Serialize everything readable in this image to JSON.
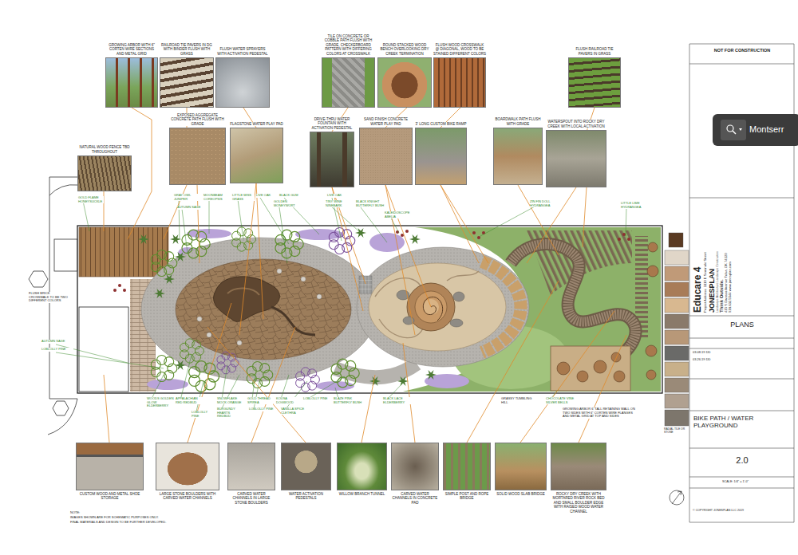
{
  "diagram": {
    "nodes": [
      {
        "text": [
          "GROWING ARBOR WITH 6\" CORTEN WIRE SECTIONS AND METAL GRID"
        ]
      },
      {
        "text": [
          "RAILROAD TIE PAVERS IN DG WITH BINDER FLUSH WITH GRASS"
        ]
      },
      {
        "text": [
          "FLUSH WATER SPRAYERS WITH ACTIVATION PEDESTAL"
        ]
      },
      {
        "text": [
          "TILE ON CONCRETE OR COBBLE PATH FLUSH WITH GRADE, CHECKERBOARD PATTERN WITH DIFFERING COLORS AT CROSSWALK"
        ]
      },
      {
        "text": [
          "ROUND STACKED WOOD BENCH OVERLOOKING DRY CREEK TERMINATION"
        ]
      },
      {
        "text": [
          "FLUSH WOOD CROSSWALK @ DIAGONAL, WOOD TO BE STAINED DIFFERENT COLORS"
        ]
      },
      {
        "text": [
          "FLUSH RAILROAD TIE PAVERS IN GRASS"
        ]
      },
      {
        "text": [
          "NOT FOR CONSTRUCTION"
        ]
      },
      {
        "text": [
          "Montserr"
        ]
      },
      {
        "text": [
          "NATURAL WOOD FENCE TBD THROUGHOUT"
        ]
      },
      {
        "text": [
          "EXPOSED AGGREGATE CONCRETE PATH FLUSH WITH GRADE"
        ]
      },
      {
        "text": [
          "FLAGSTONE WATER PLAY PAD"
        ]
      },
      {
        "text": [
          "DRIVE-THRU WATER FOUNTAIN WITH ACTIVATION PEDESTAL"
        ]
      },
      {
        "text": [
          "SAND FINISH CONCRETE WATER PLAY PAD"
        ]
      },
      {
        "text": [
          "3' LONG CUSTOM BIKE RAMP"
        ]
      },
      {
        "text": [
          "BOARDWALK PATH FLUSH WITH GRADE"
        ]
      },
      {
        "text": [
          "WATERSPOUT INTO ROCKY DRY CREEK WITH LOCAL ACTIVATION"
        ]
      },
      {
        "text": [
          "Educare 4",
          "Project Address: 3110 E Seminole Street",
          "JONESPLAN",
          "Landscape Architecture Landscape Construction",
          "Think Outside.",
          "415 S Owasso Avenue Tulsa, OK 74120",
          "918.632.5544 www.jonesplan.com"
        ]
      },
      {
        "text": [
          "PLANS"
        ]
      },
      {
        "text": [
          "BIKE PATH / WATER PLAYGROUND"
        ]
      },
      {
        "text": [
          "2.0"
        ]
      },
      {
        "text": [
          "CUSTOM WOOD AND METAL SHOE STORAGE"
        ]
      },
      {
        "text": [
          "LARGE STONE BOULDERS WITH CARVED WATER CHANNELS"
        ]
      },
      {
        "text": [
          "CARVED WATER CHANNELS IN LARGE STONE BOULDERS"
        ]
      },
      {
        "text": [
          "WATER ACTIVATION PEDESTALS"
        ]
      },
      {
        "text": [
          "WILLOW BRANCH TUNNEL"
        ]
      },
      {
        "text": [
          "CARVED WATER CHANNELS IN CONCRETE PAD"
        ]
      },
      {
        "text": [
          "SIMPLE POST AND ROPE BRIDGE"
        ]
      },
      {
        "text": [
          "SOLID WOOD SLAB BRIDGE"
        ]
      },
      {
        "text": [
          "ROCKY DRY CREEK WITH MORTARED RIVER ROCK BED AND SMALL BOULDER EDGE WITH RAISED WOOD WATER CHANNEL"
        ]
      }
    ],
    "labels": [
      "GOLD FLAME HONEYSUCKLE",
      "GRAY OWL JUNIPER",
      "AUTUMN SAGE",
      "MOONBEAM COREOPSIS",
      "LITTLE MISS GRASS",
      "LIVE OAK",
      "BLACK GUM",
      "GOLDEN MONEYWORT",
      "LIVE OAK",
      "TINY WINE NINEBARK",
      "BLACK KNIGHT BUTTERFLY BUSH",
      "KALEIDOSCOPE ABELIA",
      "ZIN FIN DOLL HYDRANGEA",
      "LITTLE LIME HYDRANGEA",
      "FLUSH BRICK CROSSWALK TO BE TWO DIFFERENT COLORS",
      "AUTUMN SAGE",
      "LOBLOLLY PINE",
      "WOODS GOLDEN GLOW ELDERBERRY",
      "APPALACHIAN RED REDBUD",
      "LOBLOLLY PINE",
      "SNOWFLAKE MOCK ORANGE",
      "BURGUNDY HEARTS REDBUD",
      "GOLD THREAD SPIREA",
      "LOBLOLLY PINE",
      "KOUSA DOGWOOD",
      "VANILLA SPICE CLETHRA",
      "LOBLOLLY PINE",
      "BLAZE PINK BUTTERFLY BUSH",
      "BLACK LACE ELDERBERRY",
      "GRASSY TUMBLING HILL",
      "CHOCOLATE VINE SILVER BELLS",
      "GROWING ARBOR 6' TALL RETAINING WALL ON TWO SIDES WITH 6\" CORTEN WIRE FLANGES AND METAL GRID AT TOP AND SIDES",
      "NOTE:",
      "IMAGES SHOWN ARE FOR SCHEMATIC PURPOSES ONLY.",
      "FINAL MATERIALS AND DESIGN TO BE FURTHER DEVELOPED.",
      "03.08.19 DD",
      "03.26.19 DD",
      "SCALE: 1/4\" = 1'-0\"",
      "© COPYRIGHT JONESPLAN LLC 2019",
      "RADIAL TILE OR STONE"
    ]
  }
}
